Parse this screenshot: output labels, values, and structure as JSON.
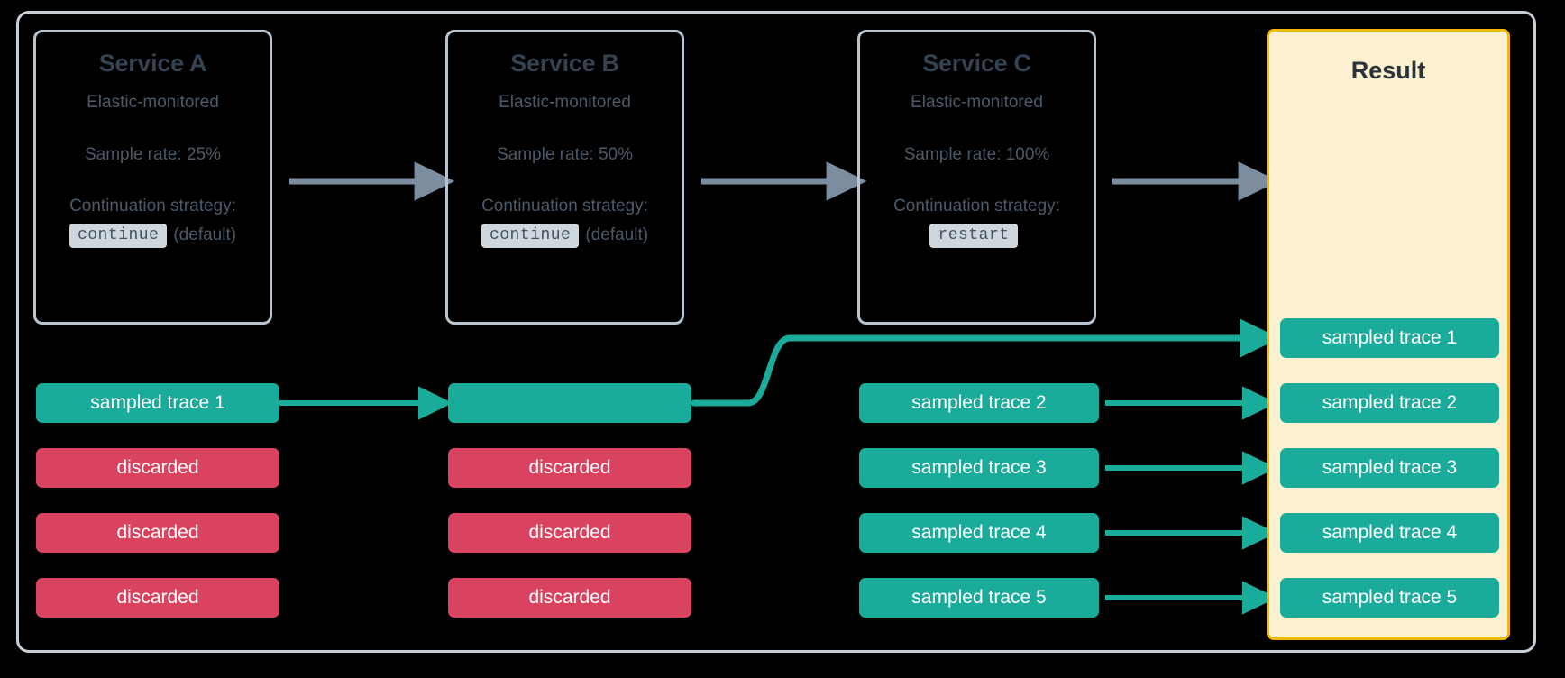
{
  "diagram": {
    "title": "Distributed tracing sampling across services",
    "background": "#000000",
    "frame_border_color": "#c6ced8"
  },
  "colors": {
    "sampled": "#1aab9b",
    "discarded": "#d94360",
    "service_border": "#b8c4d0",
    "service_text": "#4b5a68",
    "service_title": "#35424f",
    "result_bg": "#fbf1d0",
    "result_border": "#f2b807",
    "gray_arrow": "#7d8da0",
    "code_chip_bg": "#ced6de"
  },
  "services": [
    {
      "id": "service-a",
      "title": "Service A",
      "subtitle": "Elastic-monitored",
      "sample_rate": "Sample rate: 25%",
      "strategy_label": "Continuation strategy:",
      "strategy_value": "continue",
      "strategy_note": "(default)"
    },
    {
      "id": "service-b",
      "title": "Service B",
      "subtitle": "Elastic-monitored",
      "sample_rate": "Sample rate: 50%",
      "strategy_label": "Continuation strategy:",
      "strategy_value": "continue",
      "strategy_note": "(default)"
    },
    {
      "id": "service-c",
      "title": "Service C",
      "subtitle": "Elastic-monitored",
      "sample_rate": "Sample rate: 100%",
      "strategy_label": "Continuation strategy:",
      "strategy_value": "restart",
      "strategy_note": ""
    }
  ],
  "result": {
    "title": "Result"
  },
  "columns": {
    "service_a_traces": [
      {
        "label": "sampled trace 1",
        "state": "sampled"
      },
      {
        "label": "discarded",
        "state": "discarded"
      },
      {
        "label": "discarded",
        "state": "discarded"
      },
      {
        "label": "discarded",
        "state": "discarded"
      }
    ],
    "service_b_traces": [
      {
        "label": "",
        "state": "sampled"
      },
      {
        "label": "discarded",
        "state": "discarded"
      },
      {
        "label": "discarded",
        "state": "discarded"
      },
      {
        "label": "discarded",
        "state": "discarded"
      }
    ],
    "service_c_traces": [
      {
        "label": "sampled trace 2",
        "state": "sampled"
      },
      {
        "label": "sampled trace 3",
        "state": "sampled"
      },
      {
        "label": "sampled trace 4",
        "state": "sampled"
      },
      {
        "label": "sampled trace 5",
        "state": "sampled"
      }
    ],
    "result_traces": [
      {
        "label": "sampled trace 1",
        "state": "sampled"
      },
      {
        "label": "sampled trace 2",
        "state": "sampled"
      },
      {
        "label": "sampled trace 3",
        "state": "sampled"
      },
      {
        "label": "sampled trace 4",
        "state": "sampled"
      },
      {
        "label": "sampled trace 5",
        "state": "sampled"
      }
    ]
  },
  "connectors": {
    "flow_arrows": [
      {
        "from": "service-a",
        "to": "service-b",
        "style": "gray"
      },
      {
        "from": "service-b",
        "to": "service-c",
        "style": "gray"
      },
      {
        "from": "service-c",
        "to": "result",
        "style": "gray"
      }
    ],
    "trace_arrows": [
      {
        "from": "service-a-trace-1",
        "to": "service-b-trace-1",
        "style": "teal-straight"
      },
      {
        "from": "service-b-trace-1",
        "to": "result-trace-1",
        "style": "teal-curved"
      },
      {
        "from": "service-c-trace-1",
        "to": "result-trace-2",
        "style": "teal-straight"
      },
      {
        "from": "service-c-trace-2",
        "to": "result-trace-3",
        "style": "teal-straight"
      },
      {
        "from": "service-c-trace-3",
        "to": "result-trace-4",
        "style": "teal-straight"
      },
      {
        "from": "service-c-trace-4",
        "to": "result-trace-5",
        "style": "teal-straight"
      }
    ]
  }
}
